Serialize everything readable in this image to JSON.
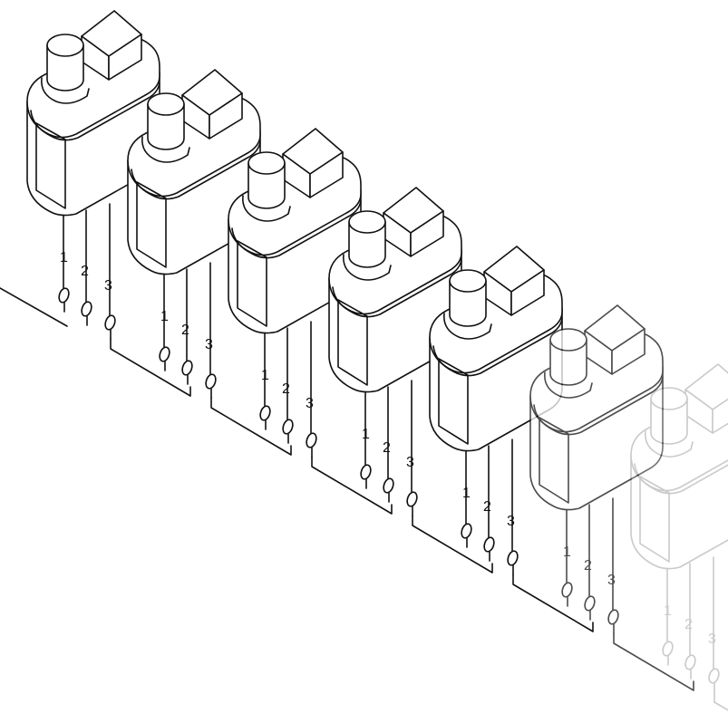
{
  "colors": {
    "line": "#111111",
    "background": "#ffffff"
  },
  "units": [
    {
      "opacity": 1.0
    },
    {
      "opacity": 1.0
    },
    {
      "opacity": 1.0
    },
    {
      "opacity": 1.0
    },
    {
      "opacity": 1.0
    },
    {
      "opacity": 0.75
    },
    {
      "opacity": 0.22
    }
  ],
  "pin_labels": [
    "1",
    "2",
    "3"
  ]
}
